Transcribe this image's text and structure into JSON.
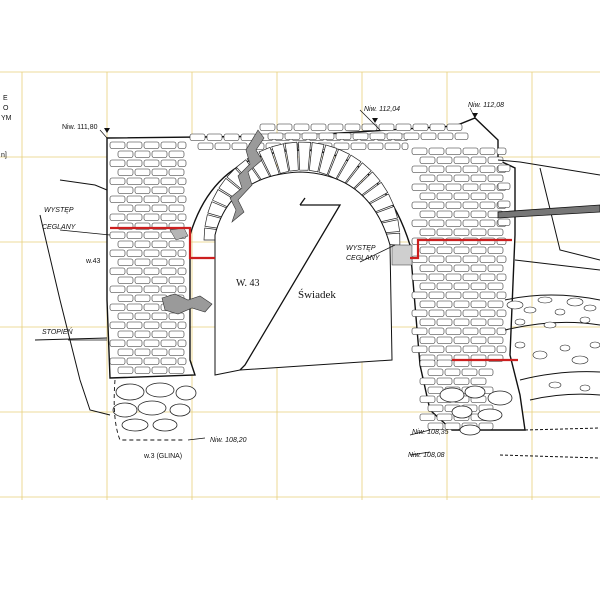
{
  "drawing": {
    "levels": {
      "top_left": "Niw. 111,80",
      "top_mid": "Niw. 112,04",
      "top_right": "Niw. 112,08",
      "bottom_left": "Niw. 108,20",
      "bottom_right_1": "Niw. 108,35",
      "bottom_right_2": "Niw. 108,08"
    },
    "labels": {
      "wystep_left_1": "WYSTĘP",
      "wystep_left_2": "CEGLANY",
      "w43_small": "w.43",
      "w43_main": "W. 43",
      "stopien": "STOPIEŃ",
      "wystep_right_1": "WYSTĘP",
      "wystep_right_2": "CEGLANY",
      "swiadek": "Świadek",
      "w3_glina": "w.3 (GLINA)"
    },
    "edge_fragments": {
      "frag_e": "E",
      "frag_o": "O",
      "frag_ym": "YM",
      "frag_n": "n]"
    },
    "colors": {
      "grid": "#e8cf7a",
      "line": "#111111",
      "accent": "#cc1f1f",
      "mortar": "#9a9a9a"
    }
  }
}
